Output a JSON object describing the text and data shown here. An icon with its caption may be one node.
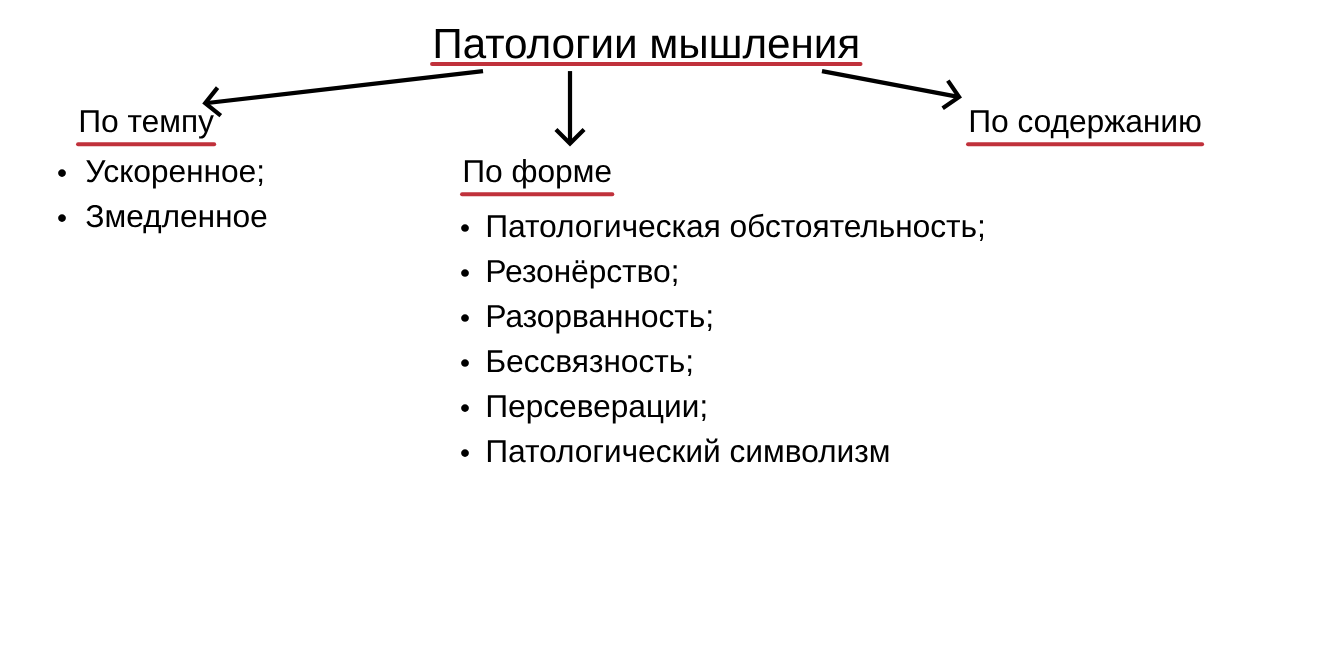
{
  "diagram": {
    "nodes": [
      {
        "text": [
          "Патологии мышления"
        ]
      },
      {
        "text": [
          "По темпу"
        ]
      },
      {
        "text": [
          "По форме"
        ]
      },
      {
        "text": [
          "По содержанию"
        ]
      }
    ],
    "edges": [
      {
        "from": 0,
        "to": 1,
        "arrow": "to"
      },
      {
        "from": 0,
        "to": 2,
        "arrow": "to"
      },
      {
        "from": 0,
        "to": 3,
        "arrow": "to"
      }
    ],
    "labels": [
      "Ускоренное;",
      "Змедленное",
      "Патологическая обстоятельность;",
      "Резонёрство;",
      "Разорванность;",
      "Бессвязность;",
      "Персеверации;",
      "Патологический символизм"
    ]
  }
}
